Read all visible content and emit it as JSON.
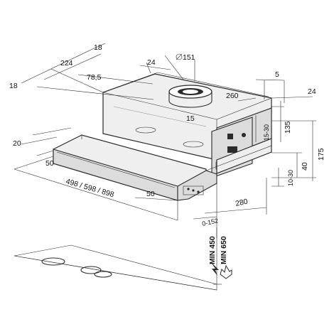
{
  "dimensions": {
    "top_left_18": "18",
    "top_224": "224",
    "top_right_18": "18",
    "top_24": "24",
    "diameter": "151",
    "top_78_5": "78,5",
    "dim_5": "5",
    "dim_260": "260",
    "dim_24_right": "24",
    "dim_15": "15",
    "dim_15_30": "15-30",
    "dim_135": "135",
    "dim_175": "175",
    "dim_20": "20",
    "dim_50_left": "50",
    "width_range": "498 / 598 / 898",
    "dim_50_right": "50",
    "dim_40": "40",
    "dim_10_30": "10-30",
    "dim_280": "280",
    "dim_0_152": "0-152",
    "min_450": "MIN 450",
    "min_650": "MIN 650"
  },
  "icons": {
    "electric": "lightning-icon",
    "gas": "flame-icon"
  }
}
